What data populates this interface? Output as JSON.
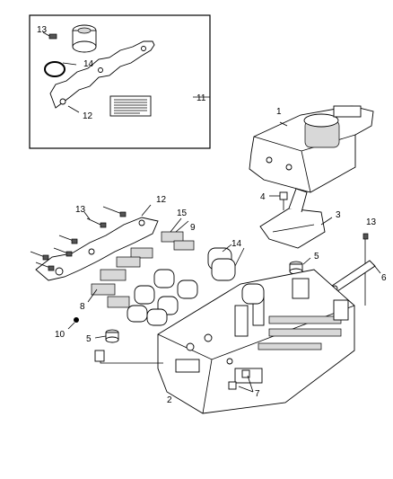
{
  "callouts": {
    "c1": "1",
    "c2": "2",
    "c3": "3",
    "c4": "4",
    "c5a": "5",
    "c5b": "5",
    "c6": "6",
    "c7": "7",
    "c8": "8",
    "c9": "9",
    "c10": "10",
    "c11": "11",
    "c12a": "12",
    "c12b": "12",
    "c13a": "13",
    "c13b": "13",
    "c13c": "13",
    "c14a": "14",
    "c14b": "14",
    "c15": "15"
  }
}
